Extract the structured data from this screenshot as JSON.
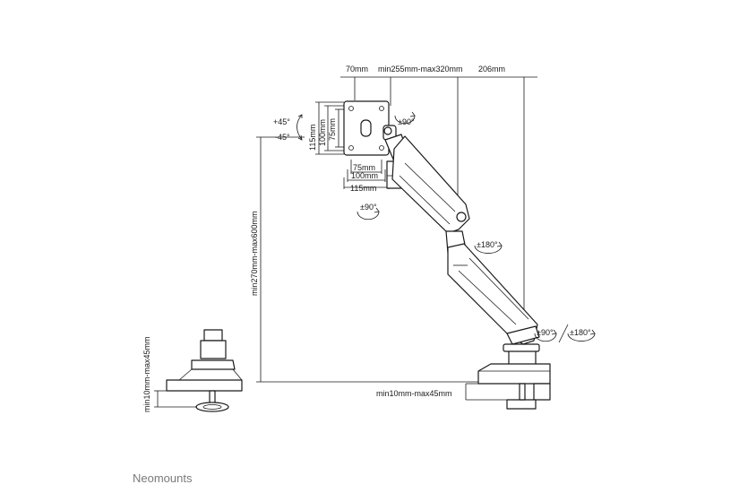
{
  "dimensions": {
    "top_vesa_offset": "70mm",
    "top_arm_reach": "min255mm-max320mm",
    "top_base_offset": "206mm",
    "height_range": "min270mm-max600mm",
    "desk_thickness_side": "min10mm-max45mm",
    "desk_thickness_bottom": "min10mm-max45mm",
    "vesa_h_115": "115mm",
    "vesa_h_100": "100mm",
    "vesa_h_75": "75mm",
    "vesa_w_75": "75mm",
    "vesa_w_100": "100mm",
    "vesa_w_115": "115mm"
  },
  "rotations": {
    "tilt_up": "+45°",
    "tilt_down": "-45°",
    "rotate_head": "±90°",
    "swivel_head": "±90°",
    "elbow": "±180°",
    "base_swivel_a": "±90°",
    "base_swivel_b": "±180°"
  },
  "brand": "Neomounts",
  "colors": {
    "line": "#1a1a1a",
    "brand": "#7a7a7a",
    "background": "#ffffff"
  }
}
